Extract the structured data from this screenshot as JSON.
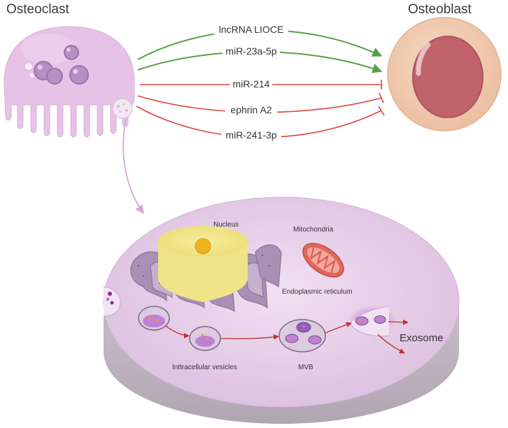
{
  "titles": {
    "osteoclast": "Osteoclast",
    "osteoblast": "Osteoblast"
  },
  "signals": [
    {
      "label": "lncRNA LIOCE",
      "effect": "activation",
      "color": "#5b9e47"
    },
    {
      "label": "miR-23a-5p",
      "effect": "activation",
      "color": "#5b9e47"
    },
    {
      "label": "miR-214",
      "effect": "inhibition",
      "color": "#e0443b"
    },
    {
      "label": "ephrin A2",
      "effect": "inhibition",
      "color": "#e0443b"
    },
    {
      "label": "miR-241-3p",
      "effect": "inhibition",
      "color": "#e0443b"
    }
  ],
  "cell_labels": {
    "nucleus": "Nucleus",
    "mitochondria": "Mitochondria",
    "er": "Endoplasmic reticulum",
    "vesicles": "Inttracellular vesicles",
    "mvb": "MVB",
    "exosome": "Exosome"
  },
  "colors": {
    "osteoclast": "#e6c3e6",
    "osteoblast_outer": "#f2cbb0",
    "osteoblast_inner": "#c0636b",
    "cell_top": "#e7cfe9",
    "cell_side": "#bfb0c0",
    "golgi": "#a98fb3",
    "nucleus": "#f3e8a0",
    "mitochondria": "#e0675c"
  }
}
